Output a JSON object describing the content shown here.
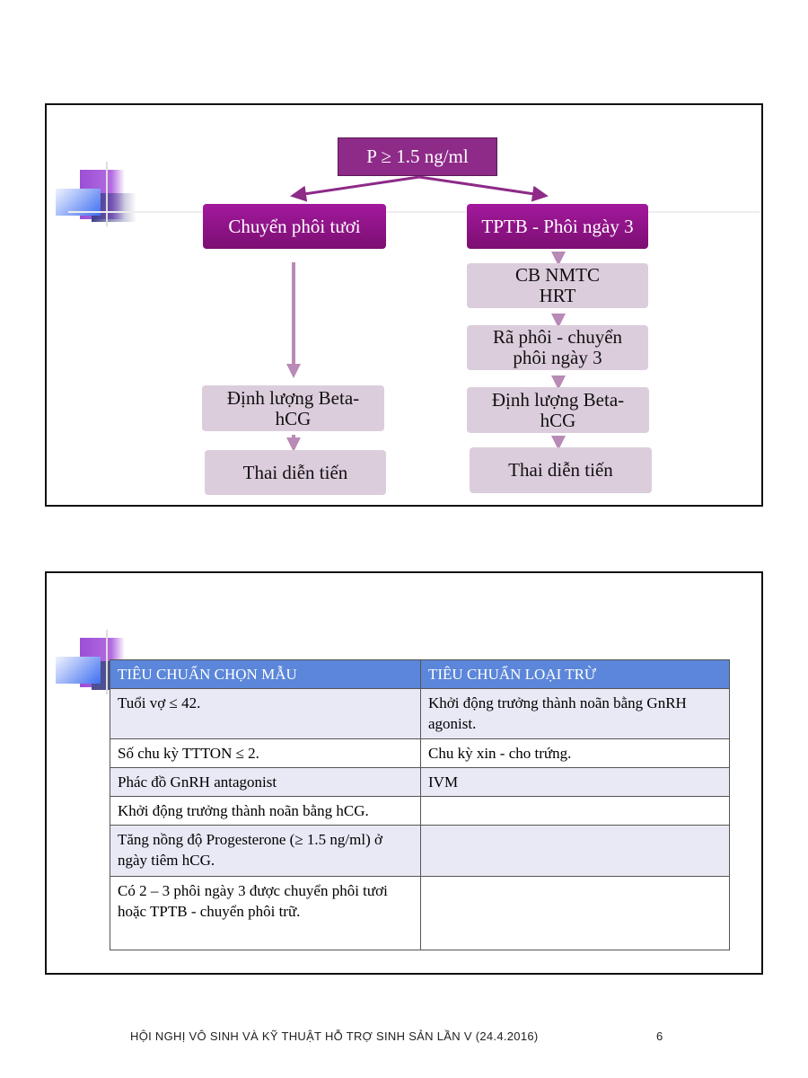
{
  "slide1": {
    "root": "P ≥ 1.5 ng/ml",
    "left_branch": "Chuyển phôi tươi",
    "right_branch": "TPTB - Phôi ngày 3",
    "left_steps": [
      "Định lượng Beta-hCG",
      "Thai diễn tiến"
    ],
    "right_steps": [
      "CB NMTC HRT",
      "Rã phôi - chuyển phôi ngày 3",
      "Định lượng Beta-hCG",
      "Thai diễn tiến"
    ],
    "colors": {
      "root": "#8e2a88",
      "branch": "#a3189d",
      "step": "#dccddc"
    }
  },
  "slide2": {
    "table": {
      "headers": [
        "TIÊU CHUẨN CHỌN MẪU",
        "TIÊU CHUẨN LOẠI TRỪ"
      ],
      "rows": [
        [
          "Tuổi vợ ≤ 42.",
          "Khởi động trưởng thành noãn bằng GnRH agonist."
        ],
        [
          "Số chu kỳ TTTON ≤ 2.",
          "Chu kỳ xin - cho trứng."
        ],
        [
          "Phác đồ GnRH antagonist",
          "IVM"
        ],
        [
          "Khởi động trưởng thành noãn bằng hCG.",
          ""
        ],
        [
          "Tăng nồng độ Progesterone (≥ 1.5 ng/ml) ở ngày tiêm hCG.",
          ""
        ],
        [
          "Có 2 – 3 phôi ngày 3 được chuyển phôi tươi hoặc TPTB - chuyển phôi trữ.",
          ""
        ]
      ],
      "header_color": "#5b86d9"
    }
  },
  "footer": {
    "text": "HỘI NGHỊ VÔ SINH VÀ KỸ THUẬT HỖ TRỢ SINH SẢN LẦN V (24.4.2016)",
    "page": "6"
  }
}
